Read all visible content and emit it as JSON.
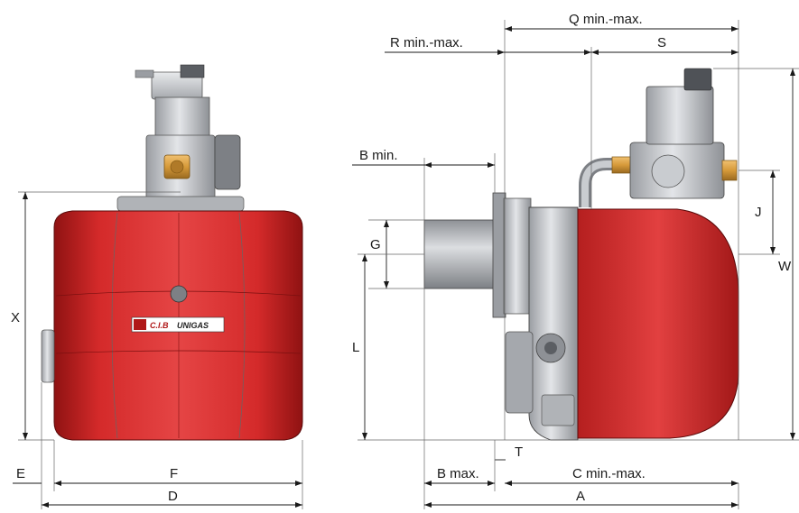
{
  "labels": {
    "X": "X",
    "E": "E",
    "F": "F",
    "D": "D",
    "Q": "Q min.-max.",
    "R": "R min.-max.",
    "S": "S",
    "Bmin": "B min.",
    "G": "G",
    "J": "J",
    "W": "W",
    "L": "L",
    "T": "T",
    "Bmax": "B max.",
    "C": "C min.-max.",
    "A": "A"
  },
  "logo": {
    "brand_prefix": "C.I.B",
    "brand_name": "UNIGAS"
  },
  "colors": {
    "housing_red": "#d42a2a",
    "housing_dark": "#9c1515",
    "metal_grey": "#c9ccd0",
    "metal_dark": "#8e9196",
    "brass": "#d69a3a"
  }
}
